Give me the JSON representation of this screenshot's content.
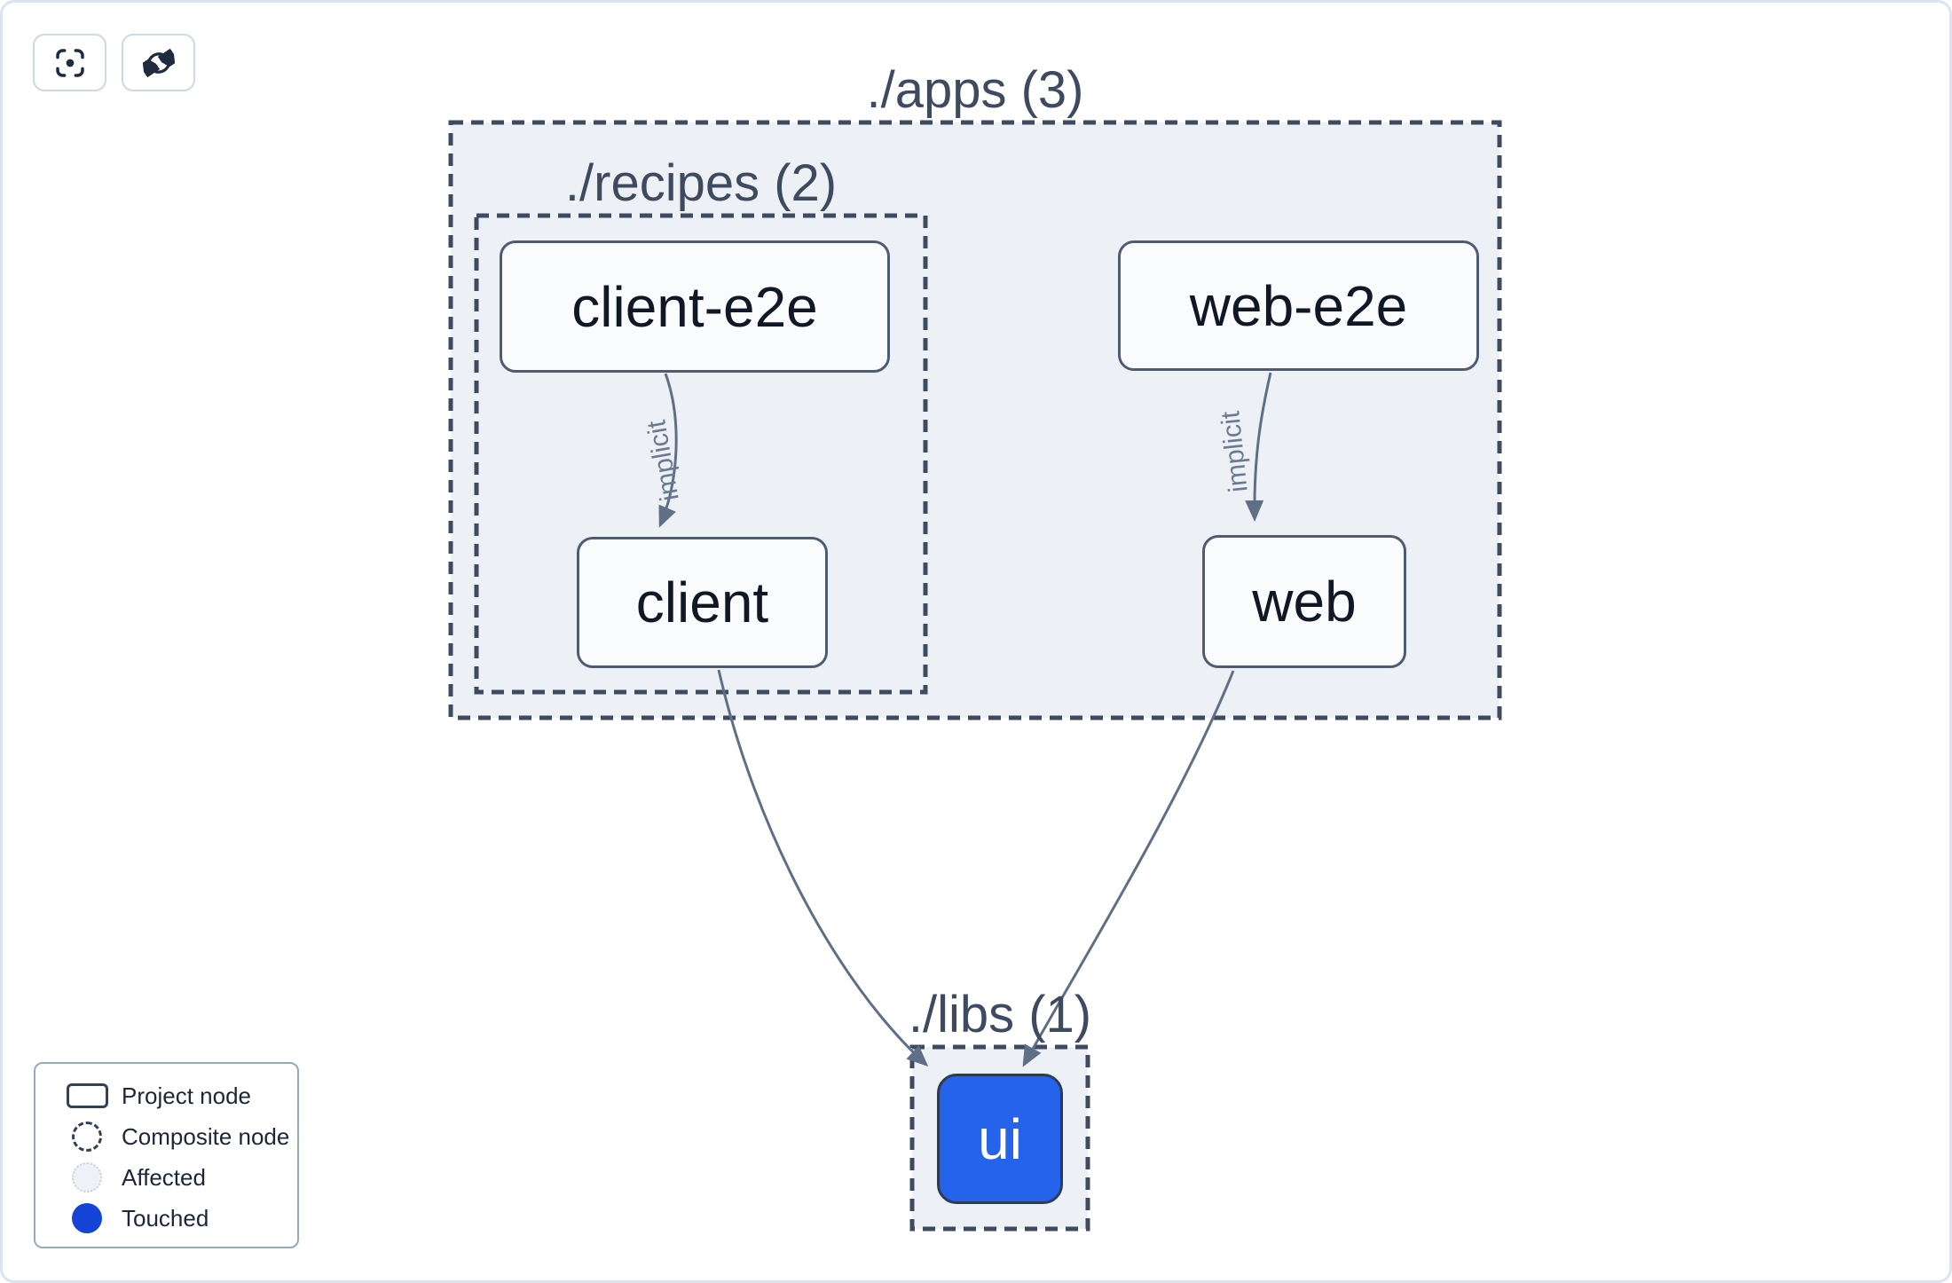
{
  "toolbar": {
    "buttons": [
      {
        "name": "focus",
        "icon": "focus-crosshair-icon",
        "label": ""
      },
      {
        "name": "refresh",
        "icon": "refresh-icon",
        "label": ""
      }
    ]
  },
  "graph": {
    "groups": [
      {
        "id": "apps",
        "label": "./apps (3)"
      },
      {
        "id": "recipes",
        "label": "./recipes (2)"
      },
      {
        "id": "libs",
        "label": "./libs (1)"
      }
    ],
    "nodes": [
      {
        "id": "client-e2e",
        "label": "client-e2e",
        "state": "default"
      },
      {
        "id": "web-e2e",
        "label": "web-e2e",
        "state": "default"
      },
      {
        "id": "client",
        "label": "client",
        "state": "default"
      },
      {
        "id": "web",
        "label": "web",
        "state": "default"
      },
      {
        "id": "ui",
        "label": "ui",
        "state": "touched"
      }
    ],
    "edges": [
      {
        "from": "client-e2e",
        "to": "client",
        "label": "implicit"
      },
      {
        "from": "web-e2e",
        "to": "web",
        "label": "implicit"
      },
      {
        "from": "client",
        "to": "ui",
        "label": ""
      },
      {
        "from": "web",
        "to": "ui",
        "label": ""
      }
    ]
  },
  "legend": {
    "items": [
      {
        "label": "Project node",
        "swatch": "project"
      },
      {
        "label": "Composite node",
        "swatch": "composite"
      },
      {
        "label": "Affected",
        "swatch": "affected"
      },
      {
        "label": "Touched",
        "swatch": "touched"
      }
    ]
  },
  "colors": {
    "container_fill": "#edf1f6",
    "container_dash_border": "#3e4a60",
    "node_border": "#4d5b73",
    "node_fill": "#fafbfd",
    "edge": "#5f6f86",
    "edge_label": "#6b7a91",
    "touched_node_fill": "#2563eb",
    "legend_touched_blue": "#1443d8"
  }
}
